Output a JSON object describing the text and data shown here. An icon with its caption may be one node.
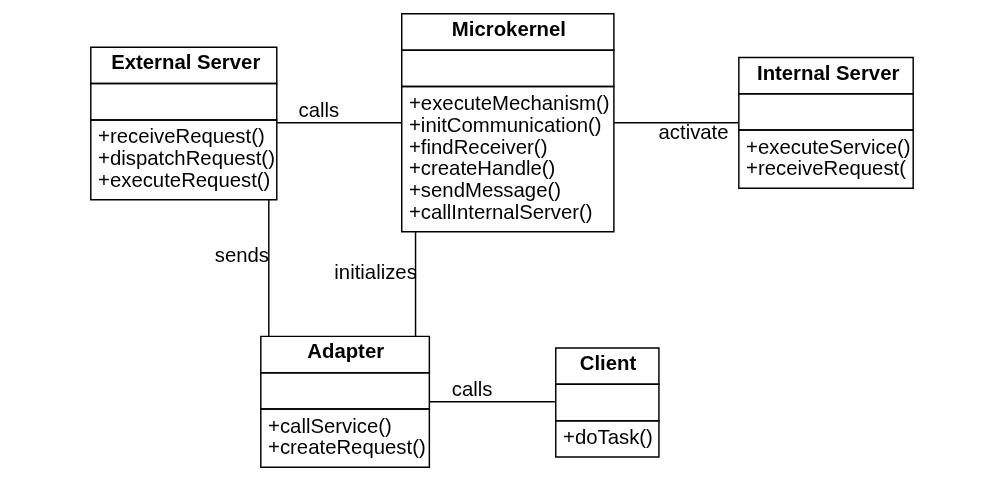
{
  "diagram": {
    "nodes": [
      {
        "text": [
          "External Server",
          "+receiveRequest()",
          "+dispatchRequest()",
          "+executeRequest()"
        ]
      },
      {
        "text": [
          "Microkernel",
          "+executeMechanism()",
          "+initCommunication()",
          "+findReceiver()",
          "+createHandle()",
          "+sendMessage()",
          "+callInternalServer()"
        ]
      },
      {
        "text": [
          "Internal Server",
          "+executeService()",
          "+receiveRequest("
        ]
      },
      {
        "text": [
          "Adapter",
          "+callService()",
          "+createRequest()"
        ]
      },
      {
        "text": [
          "Client",
          "+doTask()"
        ]
      }
    ],
    "edges": [
      {
        "from": 0,
        "to": 1,
        "arrow": "none",
        "label": "calls"
      },
      {
        "from": 1,
        "to": 2,
        "arrow": "none",
        "label": "activate"
      },
      {
        "from": 0,
        "to": 3,
        "arrow": "none",
        "label": "sends"
      },
      {
        "from": 1,
        "to": 3,
        "arrow": "none",
        "label": "initializes"
      },
      {
        "from": 3,
        "to": 4,
        "arrow": "none",
        "label": "calls"
      }
    ]
  }
}
